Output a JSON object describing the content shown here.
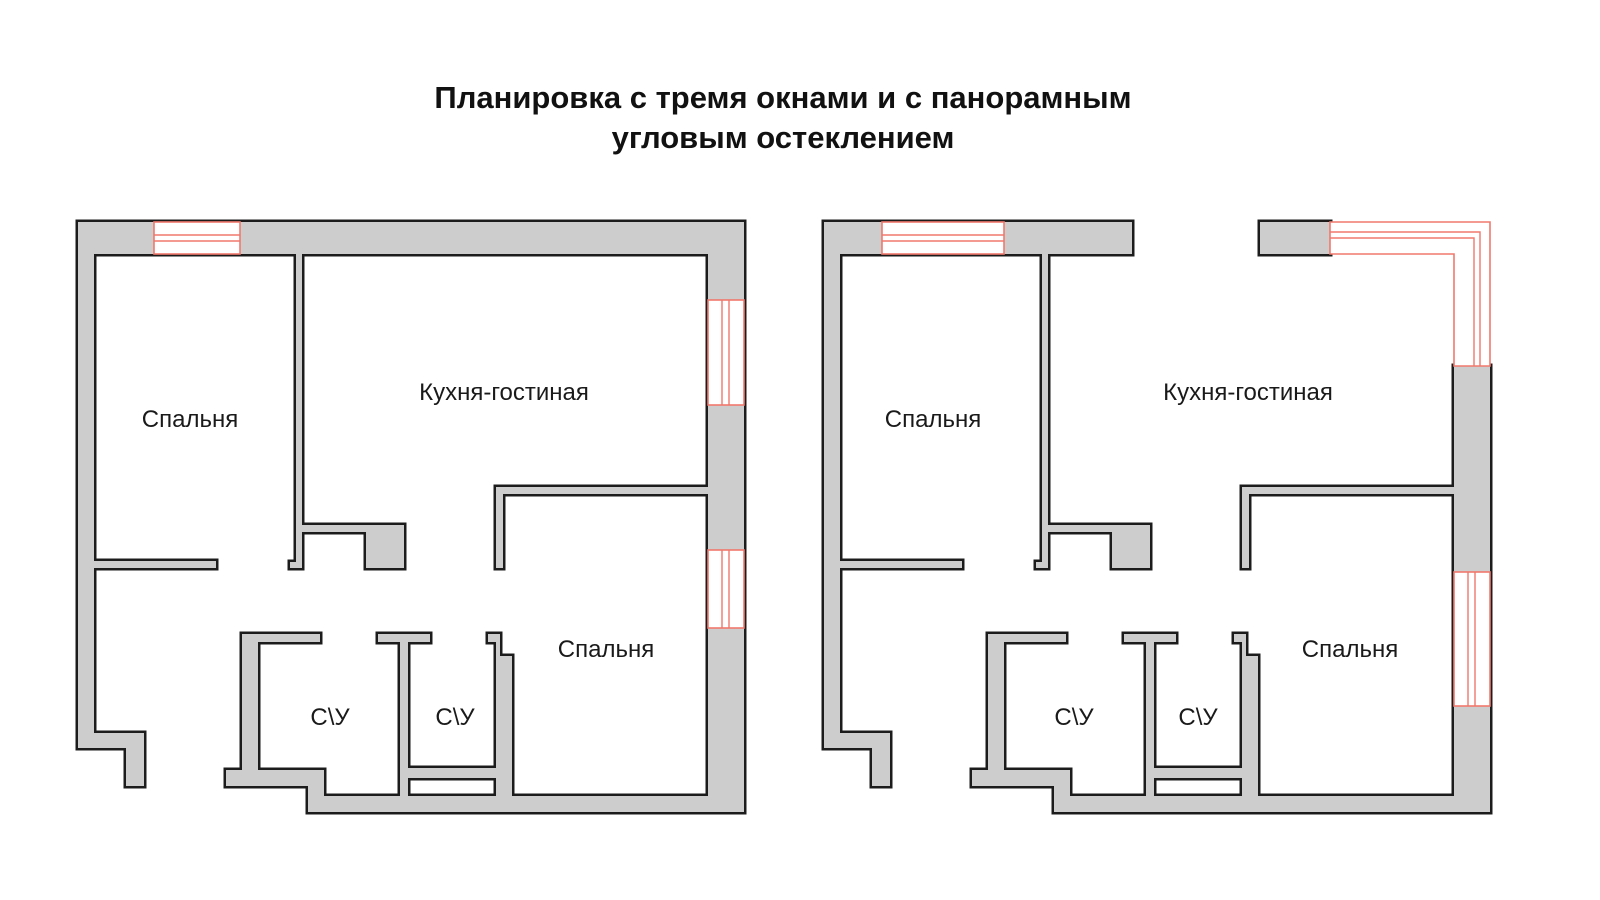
{
  "title": {
    "line1": "Планировка с тремя окнами и с панорамным",
    "line2": "угловым остеклением"
  },
  "colors": {
    "wall": "#cdcdcd",
    "outline": "#1c1c1c",
    "window": "#f0786c"
  },
  "plans": [
    {
      "variant": "three-windows",
      "labels": {
        "bedroom1": "Спальня",
        "kitchen": "Кухня-гостиная",
        "bedroom2": "Спальня",
        "bath1": "С\\У",
        "bath2": "С\\У"
      }
    },
    {
      "variant": "panoramic-corner-glazing",
      "labels": {
        "bedroom1": "Спальня",
        "kitchen": "Кухня-гостиная",
        "bedroom2": "Спальня",
        "bath1": "С\\У",
        "bath2": "С\\У"
      }
    }
  ]
}
